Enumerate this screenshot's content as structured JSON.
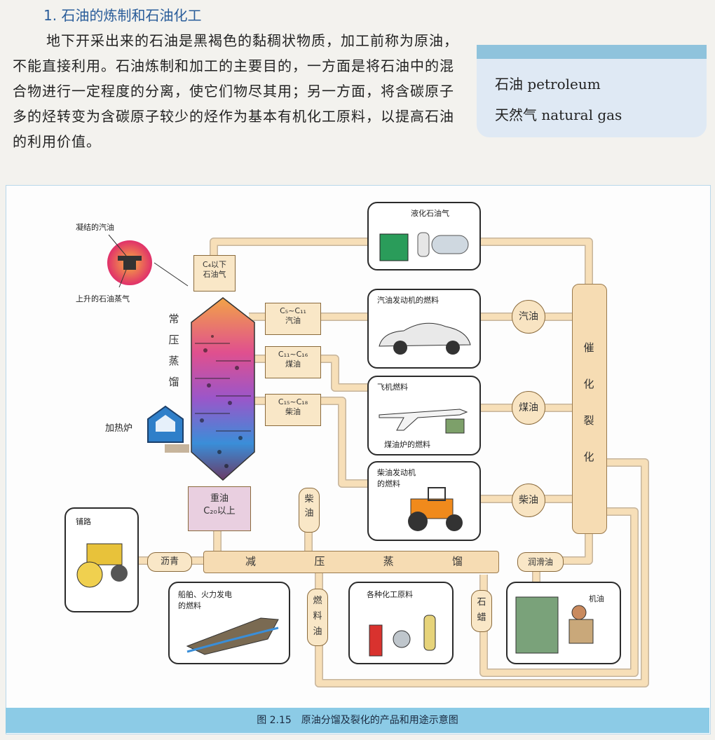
{
  "header": {
    "section_title": "1. 石油的炼制和石油化工",
    "paragraph": "地下开采出来的石油是黑褐色的黏稠状物质，加工前称为原油，不能直接利用。石油炼制和加工的主要目的，一方面是将石油中的混合物进行一定程度的分离，使它们物尽其用；另一方面，将含碳原子多的烃转变为含碳原子较少的烃作为基本有机化工原料，以提高石油的利用价值。"
  },
  "vocab": {
    "line1": "石油 petroleum",
    "line2": "天然气 natural gas"
  },
  "figure": {
    "caption": "图 2.15　原油分馏及裂化的产品和用途示意图",
    "column_label": [
      "常",
      "压",
      "蒸",
      "馏"
    ],
    "top_fraction": [
      "C₄以下",
      "石油气"
    ],
    "heavy_oil": [
      "重油",
      "C₂₀以上"
    ],
    "fractions": [
      {
        "range": "C₅~C₁₁",
        "name": "汽油"
      },
      {
        "range": "C₁₁~C₁₆",
        "name": "煤油"
      },
      {
        "range": "C₁₅~C₁₈",
        "name": "柴油"
      }
    ],
    "inset_labels": {
      "condensed": "凝结的汽油",
      "vapor": "上升的石油蒸气"
    },
    "furnace": "加热炉",
    "uses": {
      "lpg": "液化石油气",
      "car": "汽油发动机的燃料",
      "jet": "飞机燃料",
      "stove": "煤油炉的燃料",
      "diesel": [
        "柴油发动机",
        "的燃料"
      ],
      "road": "铺路",
      "ship": [
        "船舶、火力发电",
        "的燃料"
      ],
      "chem": "各种化工原料",
      "engine": "机油"
    },
    "products": {
      "gasoline": "汽油",
      "kerosene": "煤油",
      "diesel": "柴油",
      "diesel_v": [
        "柴",
        "油"
      ],
      "asphalt": "沥青",
      "lube": "润滑油",
      "fuel_oil": [
        "燃",
        "料",
        "油"
      ],
      "wax": [
        "石",
        "蜡"
      ]
    },
    "vacuum": [
      "减",
      "压",
      "蒸",
      "馏"
    ],
    "cracking": [
      "催",
      "化",
      "裂",
      "化"
    ]
  }
}
